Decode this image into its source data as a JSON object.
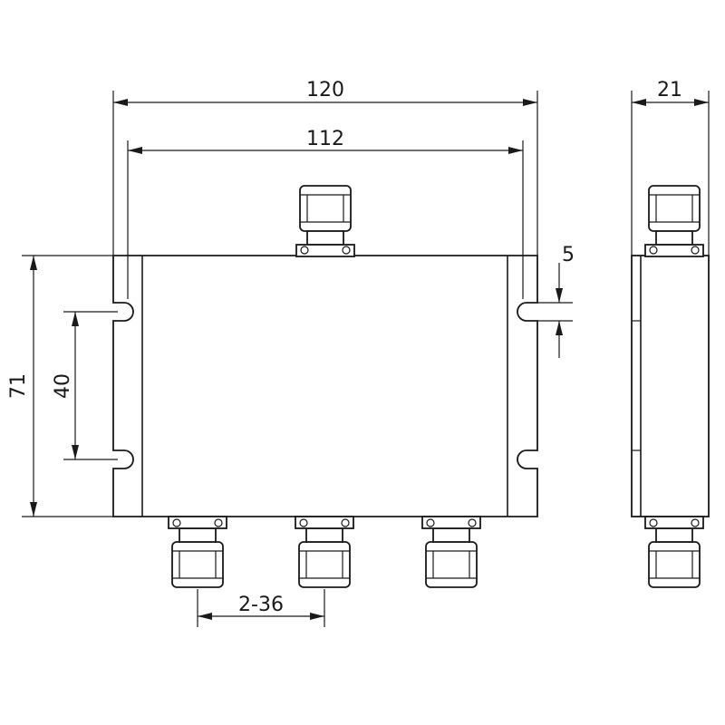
{
  "dimensions": {
    "overall_width": "120",
    "mount_spacing_width": "112",
    "depth": "21",
    "slot_width": "5",
    "overall_height": "71",
    "mount_spacing_height": "40",
    "connector_pitch": "2-36"
  },
  "colors": {
    "line": "#1a1a1a",
    "background": "#ffffff"
  }
}
